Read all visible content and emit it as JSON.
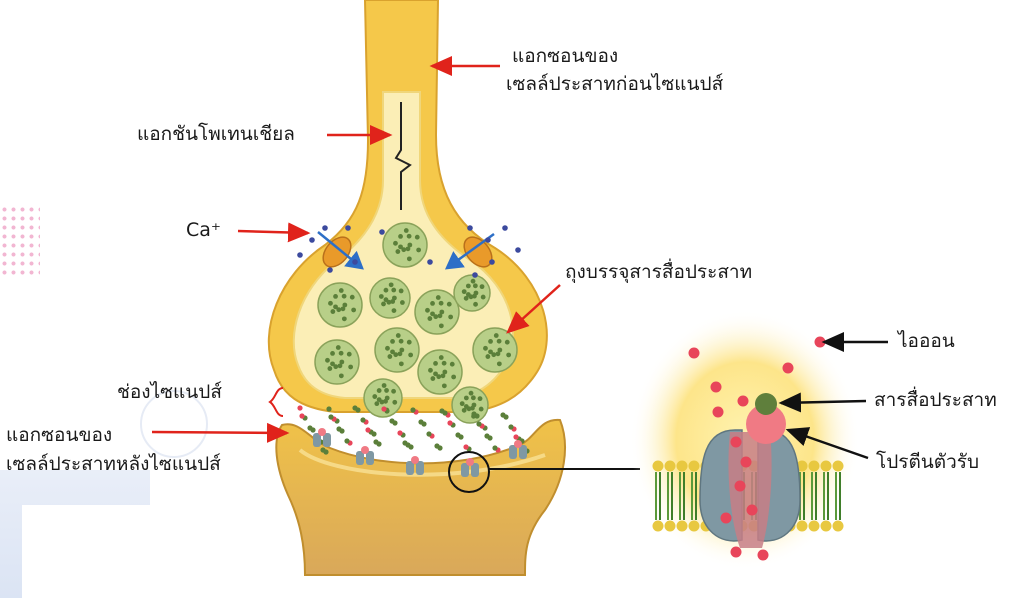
{
  "labels": {
    "presynaptic_axon_line1": "แอกซอนของ",
    "presynaptic_axon_line2": "เซลล์ประสาทก่อนไซแนปส์",
    "action_potential": "แอกชันโพเทนเชียล",
    "calcium_ion": "Ca⁺",
    "vesicle": "ถุงบรรจุสารสื่อประสาท",
    "synaptic_cleft": "ช่องไซแนปส์",
    "postsynaptic_axon_line1": "แอกซอนของ",
    "postsynaptic_axon_line2": "เซลล์ประสาทหลังไซแนปส์",
    "ion": "ไอออน",
    "neurotransmitter": "สารสื่อประสาท",
    "receptor_protein": "โปรตีนตัวรับ"
  },
  "colors": {
    "axon_yellow": "#f5c84a",
    "axon_inner": "#fbeeb6",
    "vesicle_green": "#b8cf88",
    "vesicle_dot": "#5b7f3a",
    "calcium_dot": "#3c4a9e",
    "ion_red": "#e8455a",
    "arrow_red": "#e0231b",
    "receptor_gray": "#7f98a3",
    "post_axon": "#e9ba4a"
  }
}
